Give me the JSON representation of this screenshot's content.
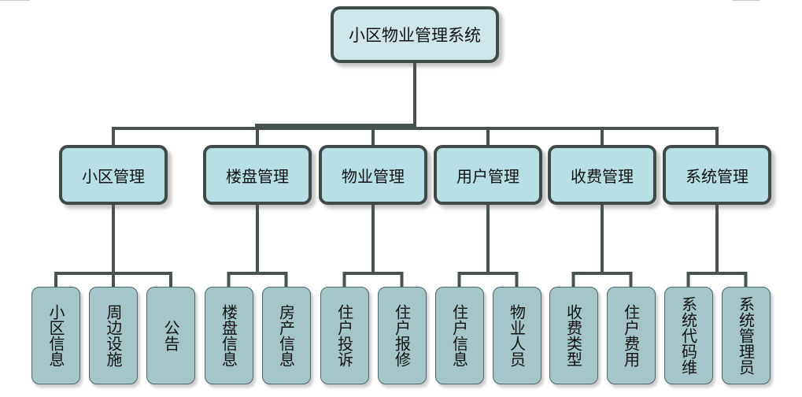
{
  "diagram": {
    "root": {
      "label": "小区物业管理系统"
    },
    "categories": [
      {
        "label": "小区管理",
        "children": [
          "小区信息",
          "周边设施",
          "公告"
        ]
      },
      {
        "label": "楼盘管理",
        "children": [
          "楼盘信息",
          "房产信息"
        ]
      },
      {
        "label": "物业管理",
        "children": [
          "住户投诉",
          "住户报修"
        ]
      },
      {
        "label": "用户管理",
        "children": [
          "住户信息",
          "物业人员"
        ]
      },
      {
        "label": "收费管理",
        "children": [
          "收费类型",
          "住户费用"
        ]
      },
      {
        "label": "系统管理",
        "children": [
          "系统代码维",
          "系统管理员"
        ]
      }
    ]
  },
  "colors": {
    "connector": "#48524f",
    "node_border": "#3f4a48",
    "root_fill": "#cfe7ea",
    "category_fill": "#b6e0e4",
    "leaf_fill": "#a4c6c8"
  }
}
